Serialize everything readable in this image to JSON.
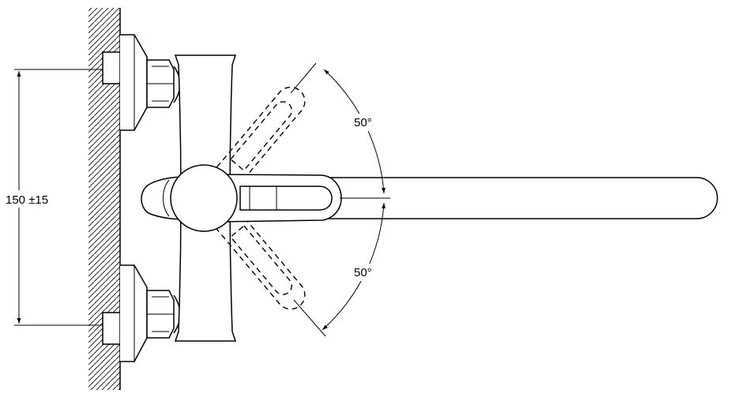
{
  "dimensions": {
    "height_label": "150 ±15",
    "angle_upper_label": "50°",
    "angle_lower_label": "50°"
  }
}
